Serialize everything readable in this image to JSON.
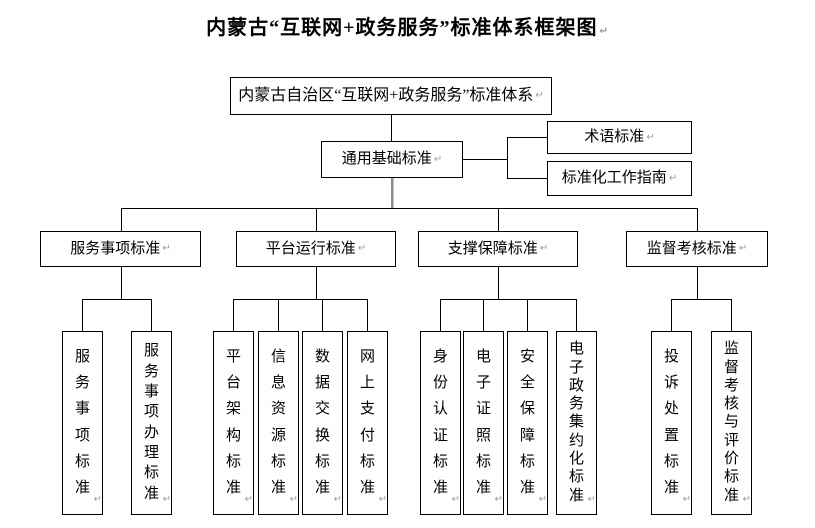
{
  "title": "内蒙古“互联网+政务服务”标准体系框架图",
  "return_mark": "↵",
  "line_colors": {
    "connector": "#000000",
    "general_feed": "#8c8c8c"
  },
  "tree": {
    "root": "内蒙古自治区“互联网+政务服务”标准体系",
    "general": "通用基础标准",
    "general_children": [
      {
        "label": "术语标准"
      },
      {
        "label": "标准化工作指南"
      }
    ],
    "branches": [
      {
        "label": "服务事项标准",
        "children": [
          "服务事项标准",
          "服务事项办理标准"
        ]
      },
      {
        "label": "平台运行标准",
        "children": [
          "平台架构标准",
          "信息资源标准",
          "数据交换标准",
          "网上支付标准"
        ]
      },
      {
        "label": "支撑保障标准",
        "children": [
          "身份认证标准",
          "电子证照标准",
          "安全保障标准",
          "电子政务集约化标准"
        ]
      },
      {
        "label": "监督考核标准",
        "children": [
          "投诉处置标准",
          "监督考核与评价标准"
        ]
      }
    ]
  }
}
